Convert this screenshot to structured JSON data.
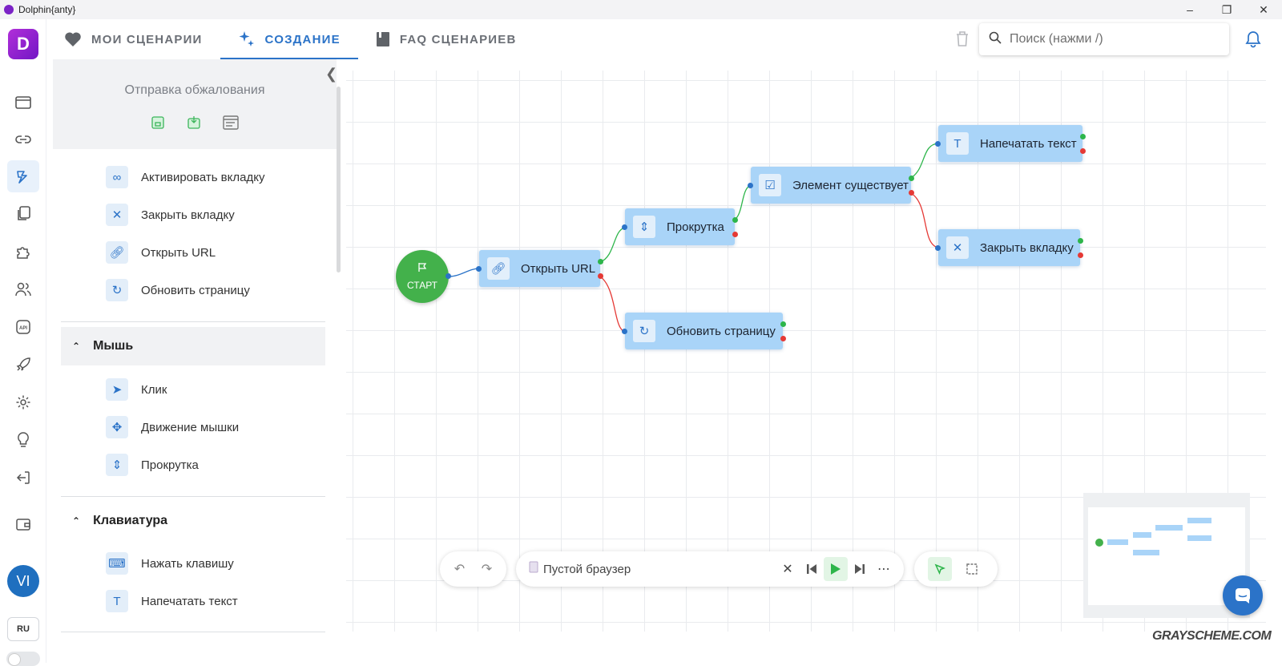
{
  "window": {
    "title": "Dolphin{anty}"
  },
  "tabs": [
    {
      "label": "МОИ СЦЕНАРИИ",
      "icon": "heart-icon"
    },
    {
      "label": "СОЗДАНИЕ",
      "icon": "sparkle-icon"
    },
    {
      "label": "FAQ СЦЕНАРИЕВ",
      "icon": "book-icon"
    }
  ],
  "search": {
    "placeholder": "Поиск (нажми /)"
  },
  "scenario": {
    "name": "Отправка обжалования"
  },
  "panel": {
    "tab_items": [
      {
        "label": "Активировать вкладку",
        "icon": "link-icon"
      },
      {
        "label": "Закрыть вкладку",
        "icon": "close-icon"
      },
      {
        "label": "Открыть URL",
        "icon": "chain-icon"
      },
      {
        "label": "Обновить страницу",
        "icon": "refresh-icon"
      }
    ],
    "mouse_section": "Мышь",
    "mouse_items": [
      {
        "label": "Клик",
        "icon": "cursor-click-icon"
      },
      {
        "label": "Движение мышки",
        "icon": "move-icon"
      },
      {
        "label": "Прокрутка",
        "icon": "scroll-icon"
      }
    ],
    "keyboard_section": "Клавиатура",
    "keyboard_items": [
      {
        "label": "Нажать клавишу",
        "icon": "keyboard-icon"
      },
      {
        "label": "Напечатать текст",
        "icon": "text-icon"
      }
    ]
  },
  "flow": {
    "start_label": "СТАРТ",
    "nodes": {
      "open_url": "Открыть URL",
      "scroll": "Прокрутка",
      "refresh": "Обновить страницу",
      "element_exists": "Элемент существует",
      "type_text": "Напечатать текст",
      "close_tab": "Закрыть вкладку"
    }
  },
  "player": {
    "browser": "Пустой браузер"
  },
  "profile": {
    "initials": "VI",
    "language": "RU"
  },
  "watermark": "GRAYSCHEME.COM",
  "colors": {
    "accent": "#2b73c8",
    "node": "#a9d4f8",
    "success": "#2db54a",
    "error": "#e53935",
    "brand": "#8a23cf"
  }
}
